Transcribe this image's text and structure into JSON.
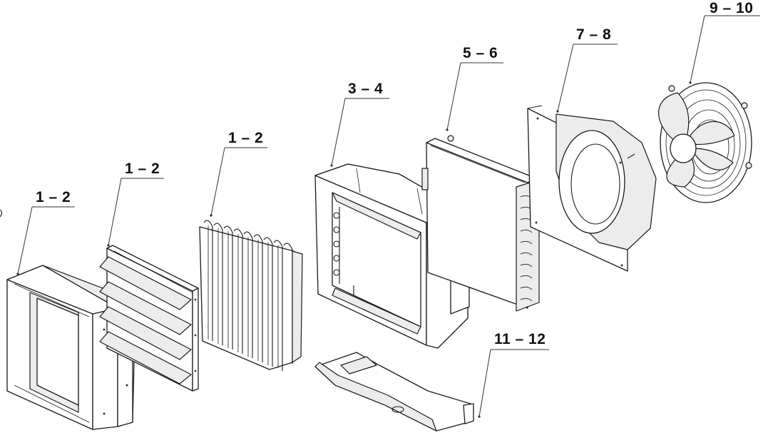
{
  "labels": {
    "p1": "1 – 2",
    "p2": "1 – 2",
    "p3": "1 – 2",
    "p4": "3 – 4",
    "p5": "5 – 6",
    "p6": "7 – 8",
    "p7": "9 – 10",
    "p8": "11 – 12"
  },
  "colors": {
    "stroke": "#1a1a1a",
    "fill": "#ffffff",
    "shade": "#e9e9e9"
  }
}
